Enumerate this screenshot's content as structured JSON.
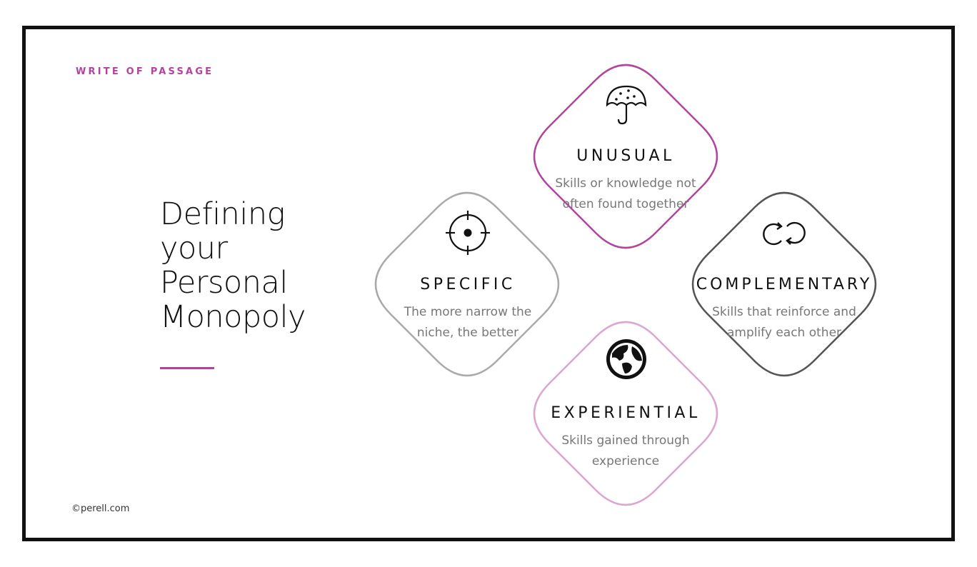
{
  "brand": "WRITE OF PASSAGE",
  "title_lines": [
    "Defining",
    "your",
    "Personal",
    "Monopoly"
  ],
  "footer": "©perell.com",
  "colors": {
    "accent": "#b2449e",
    "specific": "#aaaaaa",
    "complementary": "#555555",
    "experiential": "#dba6d0"
  },
  "cards": {
    "unusual": {
      "label": "UNUSUAL",
      "desc": [
        "Skills or knowledge not",
        "often found together"
      ],
      "icon": "umbrella-icon"
    },
    "specific": {
      "label": "SPECIFIC",
      "desc": [
        "The more narrow the",
        "niche, the better"
      ],
      "icon": "crosshair-icon"
    },
    "complementary": {
      "label": "COMPLEMENTARY",
      "desc": [
        "Skills that reinforce and",
        "amplify each other"
      ],
      "icon": "loop-arrows-icon"
    },
    "experiential": {
      "label": "EXPERIENTIAL",
      "desc": [
        "Skills gained through",
        "experience"
      ],
      "icon": "globe-icon"
    }
  }
}
